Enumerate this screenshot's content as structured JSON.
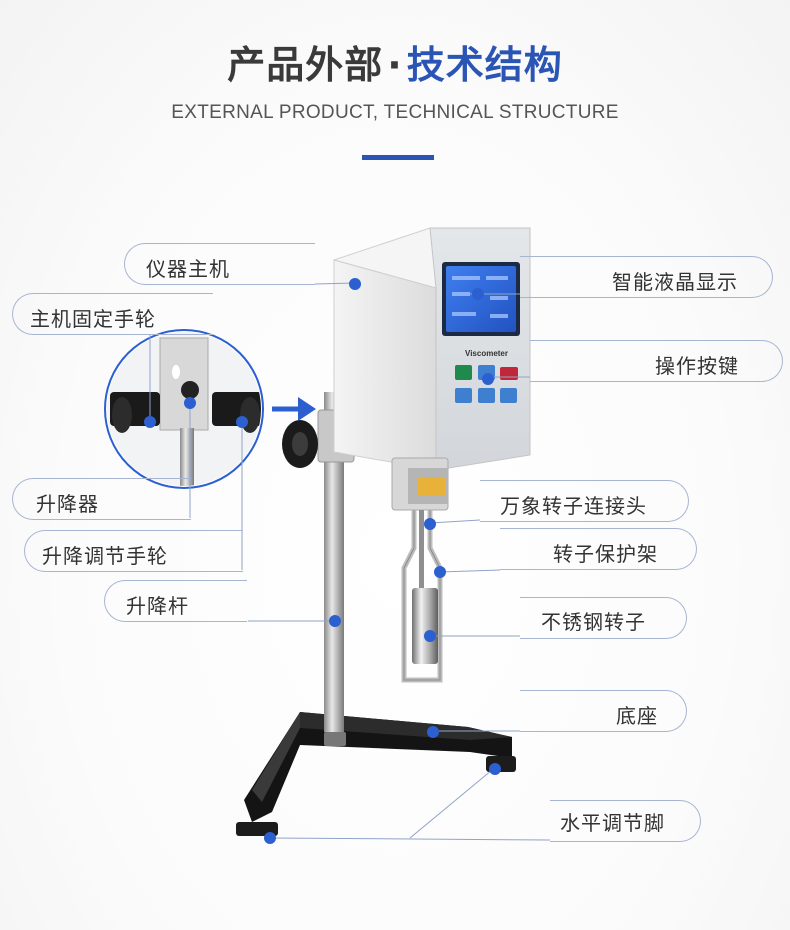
{
  "header": {
    "title_main": "产品外部",
    "title_dot": "·",
    "title_accent": "技术结构",
    "subtitle": "EXTERNAL PRODUCT, TECHNICAL STRUCTURE"
  },
  "device": {
    "model_text": "Viscometer"
  },
  "callouts": {
    "host": "仪器主机",
    "host_wheel": "主机固定手轮",
    "lifter": "升降器",
    "lift_wheel": "升降调节手轮",
    "lift_rod": "升降杆",
    "lcd": "智能液晶显示",
    "keys": "操作按键",
    "joint": "万象转子连接头",
    "guard": "转子保护架",
    "rotor": "不锈钢转子",
    "base": "底座",
    "feet": "水平调节脚"
  },
  "colors": {
    "accent": "#2b55b5",
    "dot": "#2c5fd0",
    "pill_border": "#a7b5d3",
    "lcd_screen": "#2f6ad8"
  }
}
